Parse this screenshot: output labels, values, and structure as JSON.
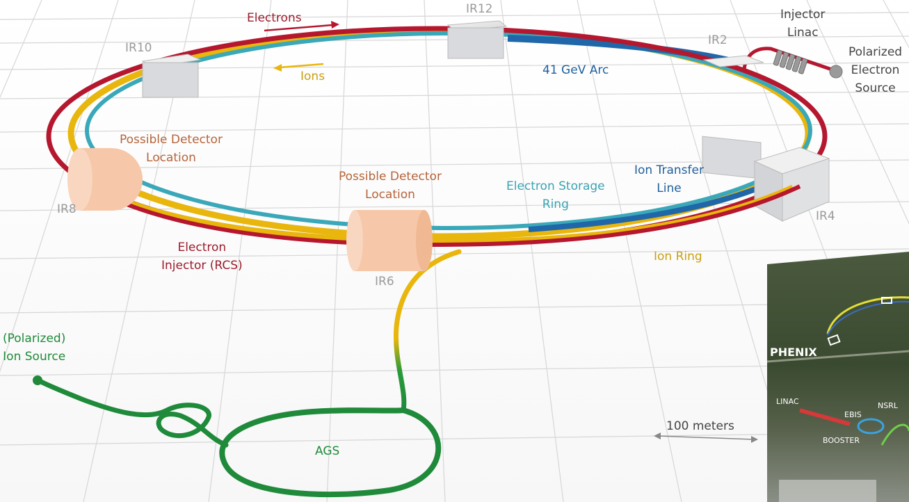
{
  "labels": {
    "ir12": "IR12",
    "ir10": "IR10",
    "ir2": "IR2",
    "ir8": "IR8",
    "ir6": "IR6",
    "ir4": "IR4",
    "electrons": "Electrons",
    "ions": "Ions",
    "arc": "41 GeV Arc",
    "injector_linac": [
      "Injector",
      "Linac"
    ],
    "polarized_electron_source": [
      "Polarized",
      "Electron",
      "Source"
    ],
    "detector_left": [
      "Possible Detector",
      "Location"
    ],
    "detector_center": [
      "Possible Detector",
      "Location"
    ],
    "electron_storage_ring": [
      "Electron Storage",
      "Ring"
    ],
    "ion_transfer_line": [
      "Ion Transfer",
      "Line"
    ],
    "electron_injector": [
      "Electron",
      "Injector (RCS)"
    ],
    "ion_ring": "Ion Ring",
    "ion_source": [
      "(Polarized)",
      "Ion Source"
    ],
    "ags": "AGS",
    "scale": "100 meters"
  },
  "inset_photo": {
    "phenix": "PHENIX",
    "linac": "LINAC",
    "ebis": "EBIS",
    "nsrl": "NSRL",
    "booster": "BOOSTER"
  },
  "colors": {
    "electron_ring": "#b5172f",
    "ion_ring": "#e8b60c",
    "storage_ring": "#3aa8b8",
    "arc": "#1f67a8",
    "injector": "#1f8a3a",
    "detector": "#f6c7a8",
    "ir_box": "#d9dadd"
  }
}
